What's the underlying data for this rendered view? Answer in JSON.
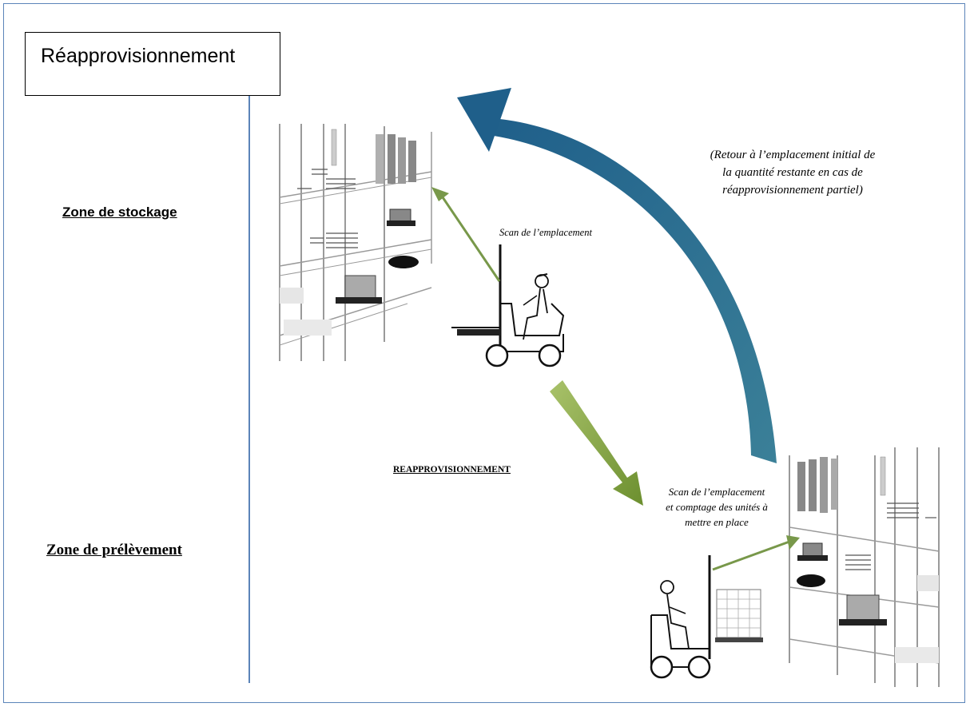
{
  "title": "Réapprovisionnement",
  "zones": {
    "stockage": "Zone de stockage",
    "prelevement": "Zone de prélèvement"
  },
  "notes": {
    "retour_lines": [
      "(Retour à l’emplacement initial de",
      "la quantité restante en cas de",
      "réapprovisionnement partiel)"
    ],
    "scan_top": "Scan de l’emplacement",
    "scan_bottom_lines": [
      "Scan de l’emplacement",
      "et comptage des unités à",
      "mettre en place"
    ],
    "reappro": "REAPPROVISIONNEMENT"
  },
  "colors": {
    "frame": "#5b84b9",
    "return_arrow": "#2e6e8e",
    "green_arrow": "#7a9a3a",
    "scan_arrow": "#78984a"
  },
  "icons": [
    "storage-rack-icon",
    "forklift-icon"
  ]
}
